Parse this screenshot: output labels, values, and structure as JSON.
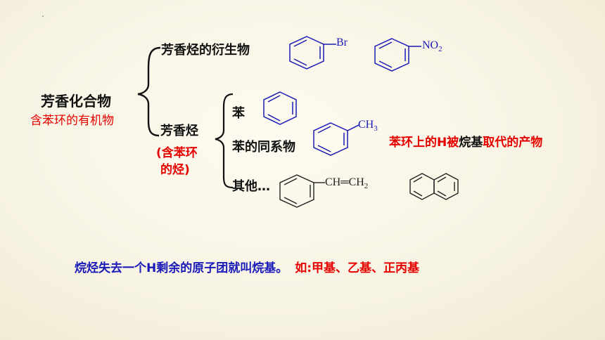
{
  "root": {
    "title": "芳香化合物",
    "subtitle": "含苯环的有机物"
  },
  "branch1": {
    "label": "芳香烃的衍生物"
  },
  "branch2": {
    "label": "芳香烃",
    "note_line1": "(含苯环",
    "note_line2": "的烃)"
  },
  "leaves": {
    "benzene": "苯",
    "homologue": "苯的同系物",
    "others": "其他…"
  },
  "formulas": {
    "br": "Br",
    "no2_n": "NO",
    "no2_sub": "2",
    "ch3_c": "CH",
    "ch3_sub": "3",
    "styrene_main": "CH═CH",
    "styrene_sub": "2"
  },
  "annotation": {
    "red_part1": "苯环上的H被",
    "black_part": "烷基",
    "red_part2": "取代的产物"
  },
  "footer": {
    "blue_text": "烷烃失去一个H剩余的原子团就叫烷基。",
    "red_text": "如:甲基、乙基、正丙基"
  },
  "colors": {
    "blue": "#1a1ab8",
    "red": "#e60000",
    "black": "#111111"
  }
}
